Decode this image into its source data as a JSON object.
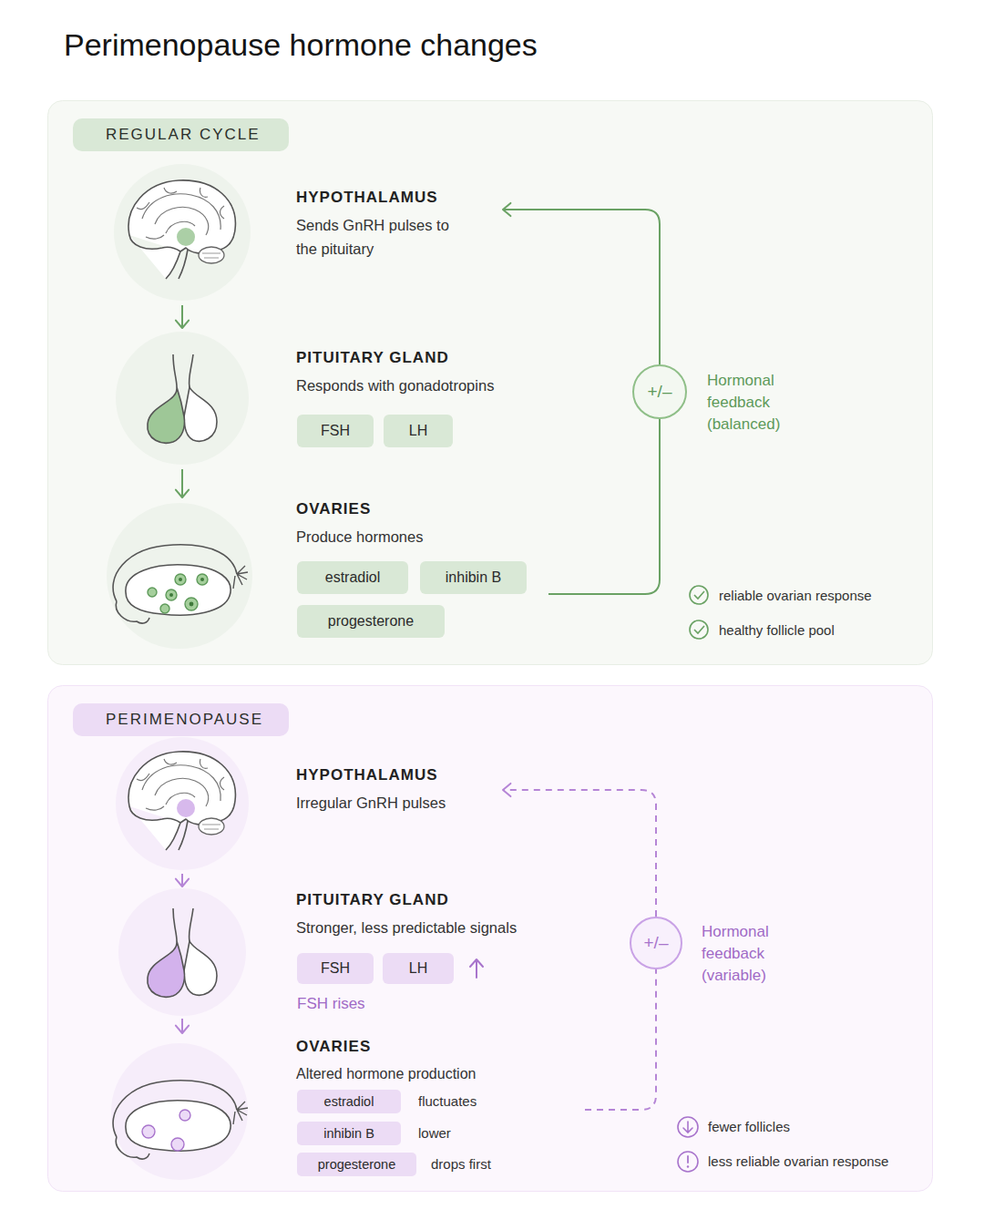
{
  "diagram": {
    "title": "Perimenopause hormone changes",
    "nodes": [
      {
        "text": [
          "REGULAR CYCLE"
        ]
      },
      {
        "text": [
          "HYPOTHALAMUS",
          "Sends GnRH pulses to the pituitary"
        ],
        "in": 0
      },
      {
        "text": [
          "PITUITARY GLAND",
          "Responds with gonadotropins"
        ],
        "in": 0
      },
      {
        "text": [
          "FSH"
        ],
        "in": 2
      },
      {
        "text": [
          "LH"
        ],
        "in": 2
      },
      {
        "text": [
          "OVARIES",
          "Produce hormones"
        ],
        "in": 0
      },
      {
        "text": [
          "estradiol"
        ],
        "in": 5
      },
      {
        "text": [
          "inhibin B"
        ],
        "in": 5
      },
      {
        "text": [
          "progesterone"
        ],
        "in": 5
      },
      {
        "text": [
          "+/–"
        ],
        "in": 0
      },
      {
        "text": [
          "PERIMENOPAUSE"
        ]
      },
      {
        "text": [
          "HYPOTHALAMUS",
          "Irregular GnRH pulses"
        ],
        "in": 10
      },
      {
        "text": [
          "PITUITARY GLAND",
          "Stronger, less predictable signals"
        ],
        "in": 10
      },
      {
        "text": [
          "FSH"
        ],
        "in": 12
      },
      {
        "text": [
          "LH"
        ],
        "in": 12
      },
      {
        "text": [
          "OVARIES",
          "Altered hormone production"
        ],
        "in": 10
      },
      {
        "text": [
          "estradiol"
        ],
        "in": 15
      },
      {
        "text": [
          "inhibin B"
        ],
        "in": 15
      },
      {
        "text": [
          "progesterone"
        ],
        "in": 15
      },
      {
        "text": [
          "+/–"
        ],
        "in": 10
      }
    ],
    "edges": [
      {
        "from": 1,
        "to": 2,
        "arrow": "to"
      },
      {
        "from": 2,
        "to": 5,
        "arrow": "to"
      },
      {
        "from": 5,
        "to": 9,
        "arrow": "none"
      },
      {
        "from": 9,
        "to": 1,
        "arrow": "to"
      },
      {
        "from": 11,
        "to": 12,
        "arrow": "to"
      },
      {
        "from": 12,
        "to": 15,
        "arrow": "to"
      },
      {
        "from": 15,
        "to": 19,
        "arrow": "none"
      },
      {
        "from": 19,
        "to": 11,
        "arrow": "to"
      }
    ],
    "labels": [
      "Hormonal feedback (balanced)",
      "reliable ovarian response",
      "healthy follicle pool",
      "FSH rises",
      "fluctuates",
      "lower",
      "drops first",
      "Hormonal feedback (variable)",
      "fewer follicles",
      "less reliable ovarian response"
    ]
  }
}
